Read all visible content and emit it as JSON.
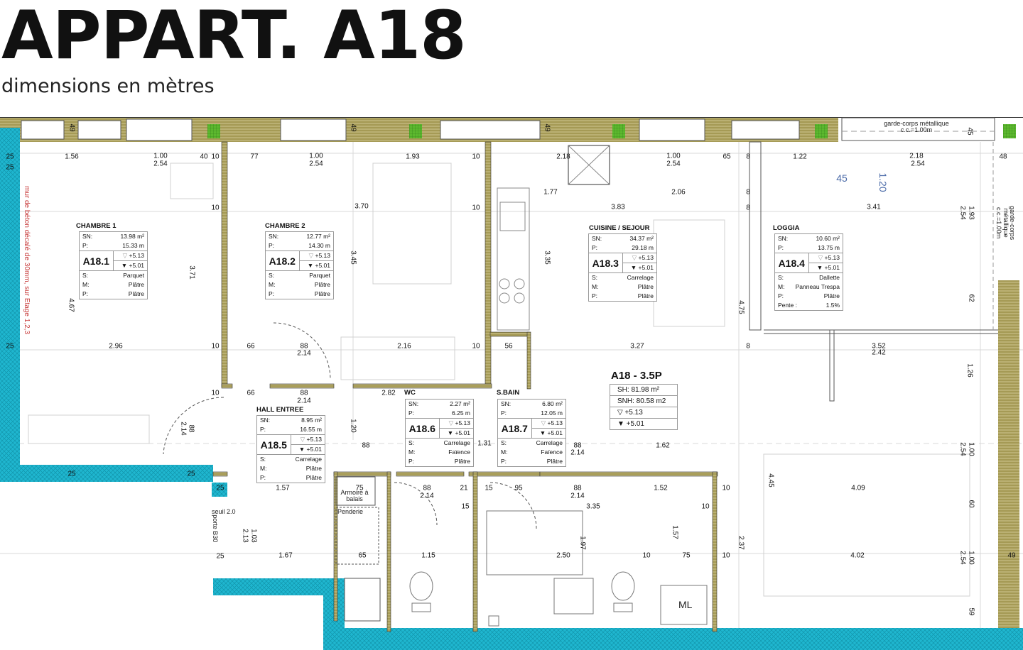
{
  "header": {
    "title": "APPART. A18",
    "subtitle": "dimensions en mètres"
  },
  "colors": {
    "exterior_wall": "#1fb6cf",
    "facade_wall": "#a59a55",
    "window_green": "#5cb82e",
    "note_red": "#c83c3c",
    "dim_blue": "#4a6aa8"
  },
  "rooms": [
    {
      "name": "CHAMBRE 1",
      "id": "A18.1",
      "SN": "13.98 m²",
      "P": "15.33 m",
      "upper": "+5.13",
      "lower": "+5.01",
      "S": "Parquet",
      "M": "Plâtre",
      "P2": "Plâtre"
    },
    {
      "name": "CHAMBRE 2",
      "id": "A18.2",
      "SN": "12.77 m²",
      "P": "14.30 m",
      "upper": "+5.13",
      "lower": "+5.01",
      "S": "Parquet",
      "M": "Plâtre",
      "P2": "Plâtre"
    },
    {
      "name": "CUISINE / SEJOUR",
      "id": "A18.3",
      "SN": "34.37 m²",
      "P": "29.18 m",
      "upper": "+5.13",
      "lower": "+5.01",
      "S": "Carrelage",
      "M": "Plâtre",
      "P2": "Plâtre"
    },
    {
      "name": "LOGGIA",
      "id": "A18.4",
      "SN": "10.60 m²",
      "P": "13.75 m",
      "upper": "+5.13",
      "lower": "+5.01",
      "S": "Dallette",
      "M": "Panneau Trespa",
      "P2": "Plâtre",
      "pente": "1.5%"
    },
    {
      "name": "HALL ENTREE",
      "id": "A18.5",
      "SN": "8.95 m²",
      "P": "16.55 m",
      "upper": "+5.13",
      "lower": "+5.01",
      "S": "Carrelage",
      "M": "Plâtre",
      "P2": "Plâtre"
    },
    {
      "name": "WC",
      "id": "A18.6",
      "SN": "2.27 m²",
      "P": "6.25 m",
      "upper": "+5.13",
      "lower": "+5.01",
      "S": "Carrelage",
      "M": "Faïence",
      "P2": "Plâtre"
    },
    {
      "name": "S.BAIN",
      "id": "A18.7",
      "SN": "6.80 m²",
      "P": "12.05 m",
      "upper": "+5.13",
      "lower": "+5.01",
      "S": "Carrelage",
      "M": "Faïence",
      "P2": "Plâtre"
    }
  ],
  "labels": {
    "sn": "SN:",
    "p": "P:",
    "s": "S:",
    "m": "M:",
    "pente": "Pente :"
  },
  "summary": {
    "title": "A18 - 3.5P",
    "sh": "SH:  81.98 m²",
    "snh": "SNH:  80.58 m2",
    "upper": "▽ +5.13",
    "lower": "▼ +5.01"
  },
  "notes": {
    "left_wall": "mur de béton décalé de 30mm, sur Etage 1,2,3",
    "guardrail_top": "garde-corps métallique c.c.=1.00m",
    "guardrail_right": "garde-corps métallique c.c.=1.00m",
    "broom": "Armoire à balais",
    "wardrobe": "Penderie",
    "threshold": "seuil 2.0",
    "door": "porte B30",
    "ml": "ML"
  },
  "dims": [
    "1.56",
    "1.00",
    "2.54",
    "40",
    "10",
    "77",
    "1.00",
    "2.54",
    "1.93",
    "10",
    "2.18",
    "1.00",
    "2.54",
    "65",
    "8",
    "1.22",
    "2.18",
    "2.54",
    "48",
    "1.77",
    "2.06",
    "8",
    "3.70",
    "10",
    "10",
    "3.83",
    "8",
    "3.41",
    "2.96",
    "10",
    "66",
    "88",
    "2.14",
    "2.16",
    "10",
    "56",
    "3.27",
    "8",
    "3.52",
    "2.42",
    "10",
    "66",
    "88",
    "2.14",
    "2.82",
    "88",
    "1.31",
    "88",
    "2.14",
    "1.62",
    "1.57",
    "75",
    "88",
    "2.14",
    "21",
    "15",
    "95",
    "88",
    "2.14",
    "1.52",
    "10",
    "4.09",
    "3.35",
    "10",
    "15",
    "1.67",
    "65",
    "1.15",
    "2.50",
    "10",
    "75",
    "10",
    "4.02",
    "49",
    "25",
    "25",
    "25",
    "25",
    "25",
    "25",
    "25",
    "3.71",
    "4.67",
    "3.45",
    "3.35",
    "4.75",
    "4.45",
    "2.37",
    "1.97",
    "1.57",
    "2.14",
    "88",
    "1.20",
    "2.54",
    "1.93",
    "1.26",
    "2.54",
    "1.00",
    "2.54",
    "1.00",
    "60",
    "62",
    "59",
    "2.13",
    "1.03",
    "45",
    "1.20",
    "49",
    "49",
    "49",
    "45"
  ]
}
